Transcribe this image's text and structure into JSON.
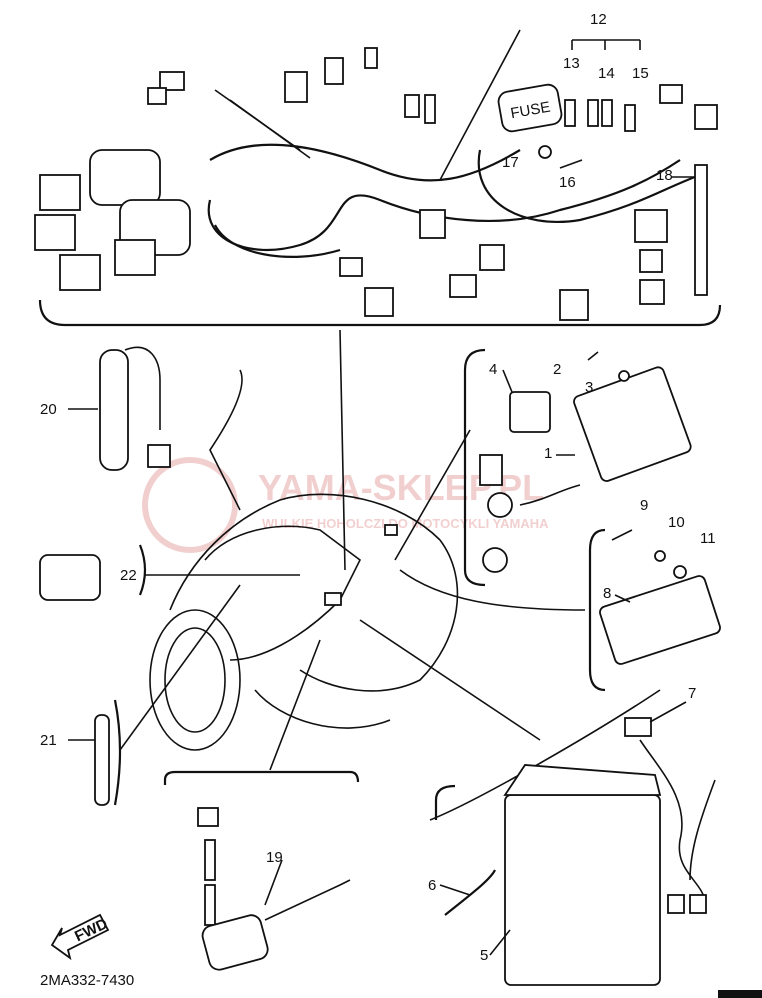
{
  "diagram": {
    "drawing_number": "2MA332-7430",
    "fwd_label": "FWD",
    "fuse_label": "FUSE",
    "watermark": {
      "title": "YAMA-SKLEP.PL",
      "subtitle": "WULKIE HOHOLCZI DO MOTOCYKLI YAMAHA"
    },
    "callouts": [
      "1",
      "2",
      "3",
      "4",
      "5",
      "6",
      "7",
      "8",
      "9",
      "10",
      "11",
      "12",
      "13",
      "14",
      "15",
      "16",
      "17",
      "18",
      "19",
      "20",
      "21",
      "22"
    ]
  }
}
